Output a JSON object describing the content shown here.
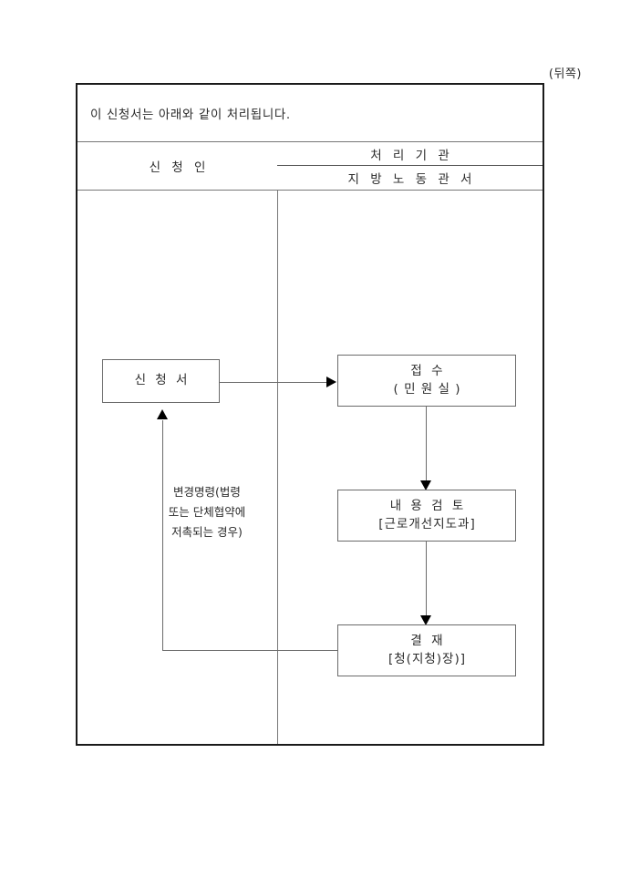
{
  "page": {
    "side_label": "(뒤쪽)"
  },
  "form": {
    "intro_text": "이 신청서는 아래와 같이 처리됩니다.",
    "headers": {
      "applicant": "신 청 인",
      "processing_agency": "처 리 기 관",
      "local_labor_office": "지 방 노 동 관 서"
    },
    "flow": {
      "application": {
        "line1": "신 청 서",
        "line2": ""
      },
      "receipt": {
        "line1": "접 수",
        "line2": "( 민 원 실 )"
      },
      "review": {
        "line1": "내 용 검 토",
        "line2": "[근로개선지도과]"
      },
      "approval": {
        "line1": "결 재",
        "line2": "[청(지청)장)]"
      }
    },
    "return_note": {
      "line1": "변경명령(법령",
      "line2": "또는 단체협약에",
      "line3": "저촉되는 경우)"
    }
  }
}
